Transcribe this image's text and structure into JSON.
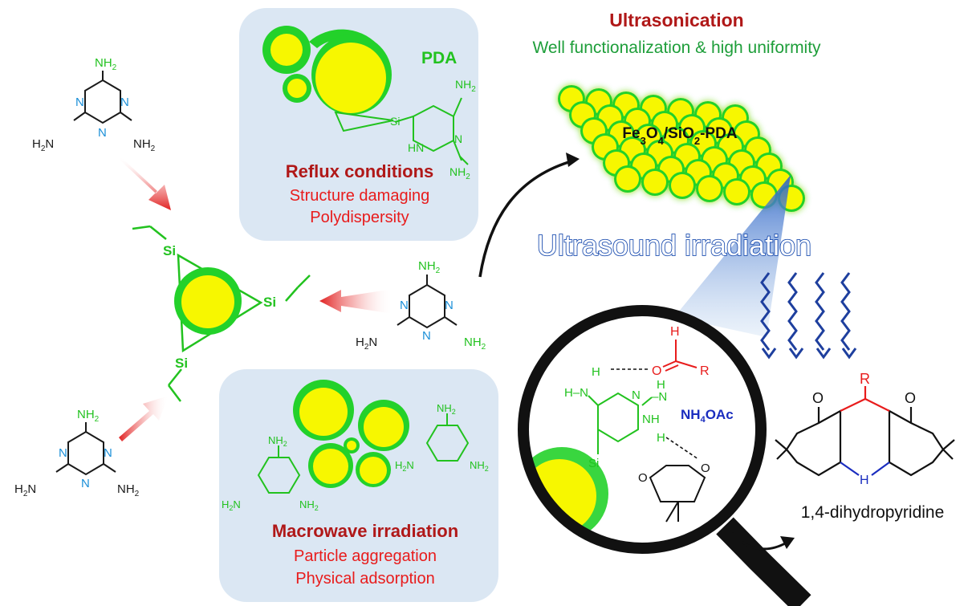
{
  "colors": {
    "green": "#22c21f",
    "particle_yellow": "#f7f700",
    "particle_green": "#23d12a",
    "dark_red": "#b01818",
    "red": "#e81c1c",
    "text_green": "#1e9e3a",
    "blue_text": "#1a2dbf",
    "box_bg": "#dbe7f3",
    "wave_blue": "#1e3f9e"
  },
  "top": {
    "title": "Ultrasonication",
    "subtitle": "Well functionalization & high uniformity"
  },
  "reflux_box": {
    "pda_label": "PDA",
    "title": "Reflux conditions",
    "line1": "Structure damaging",
    "line2": "Polydispersity"
  },
  "microwave_box": {
    "title": "Macrowave irradiation",
    "line1": "Particle aggregation",
    "line2": "Physical adsorption"
  },
  "product_layer": {
    "label_html": "Fe<tspan baseline-shift='sub' font-size='13'>3</tspan>O<tspan baseline-shift='sub' font-size='13'>4</tspan>/SiO<tspan baseline-shift='sub' font-size='13'>2</tspan>-PDA",
    "label_text": "Fe3O4/SiO2-PDA"
  },
  "ultrasound_label": "Ultrasound irradiation",
  "labels": {
    "nh2": "NH",
    "two": "2",
    "h2n": "H",
    "n": "N",
    "si": "Si",
    "hn": "HN",
    "nh": "NH",
    "h": "H",
    "o": "O",
    "r": "R",
    "nh4oac": "NH4OAc",
    "product": "1,4-dihydropyridine"
  },
  "icons": [
    "reaction-arrow",
    "magnifier-icon",
    "ultrasound-wave-icon",
    "red-gradient-arrow"
  ]
}
